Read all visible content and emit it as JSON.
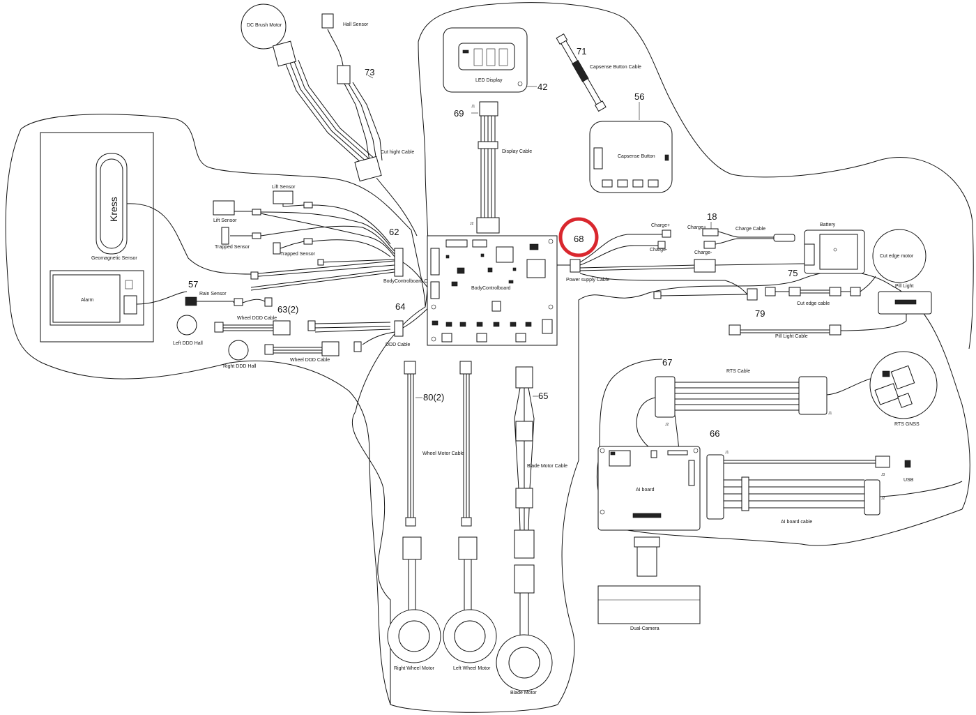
{
  "labels": {
    "dc_brush_motor": "DC Brush Motor",
    "hall_sensor": "Hall Sensor",
    "cut_height_cable": "Cut hight Cable",
    "led_display": "LED Display",
    "display_cable": "Display Cable",
    "capsense_button_cable": "Capsense Button Cable",
    "capsense_button": "Capsense Button",
    "geomagnetic_sensor": "Geomagnetic Sensor",
    "alarm": "Alarm",
    "kress": "Kress",
    "lift_sensor_1": "Lift Sensor",
    "lift_sensor_2": "Lift Sensor",
    "trapped_sensor_1": "Trapped Sensor",
    "trapped_sensor_2": "Trapped Sensor",
    "body_controlboard_cable": "BodyControlboard Cable",
    "body_controlboard": "BodyControlboard",
    "rain_sensor": "Rain Sensor",
    "wheel_ddd_cable_1": "Wheel DDD Cable",
    "wheel_ddd_cable_2": "Wheel DDD Cable",
    "left_ddd_hall": "Left DDD Hall",
    "right_ddd_hall": "Right DDD Hall",
    "ddd_cable": "DDD Cable",
    "charge_plus": "Charge+",
    "charge_minus": "Charge-",
    "charge_plus_2": "Charge+",
    "charge_minus_2": "Charge-",
    "charge_cable": "Charge Cable",
    "battery": "Battery",
    "power_supply_cable": "Power supply Cable",
    "cut_edge_motor": "Cut edge motor",
    "cut_edge_cable": "Cut edge cable",
    "pill_light": "Pill Light",
    "pill_light_cable": "Pill Light Cable",
    "rts_cable": "RTS Cable",
    "rts_gnss": "RTS GNSS",
    "ai_board": "AI board",
    "ai_board_cable": "AI board cable",
    "usb": "USB",
    "dual_camera": "Dual-Camera",
    "wheel_motor_cable": "Wheel Motor Cable",
    "blade_motor_cable": "Blade Motor Cable",
    "right_wheel_motor": "Right Wheel Motor",
    "left_wheel_motor": "Left Wheel Motor",
    "blade_motor": "Blade Motor",
    "j1_a": "J1",
    "j2_a": "J2",
    "j1_b": "J1",
    "j2_b": "J2",
    "j3": "J3"
  },
  "callouts": {
    "c73": "73",
    "c42": "42",
    "c71": "71",
    "c56": "56",
    "c69": "69",
    "c62": "62",
    "c57": "57",
    "c63": "63(2)",
    "c64": "64",
    "c18": "18",
    "c68": "68",
    "c75": "75",
    "c79": "79",
    "c67": "67",
    "c66": "66",
    "c80": "80(2)",
    "c65": "65"
  },
  "highlight": {
    "callout": "68",
    "color": "#d9272e"
  }
}
